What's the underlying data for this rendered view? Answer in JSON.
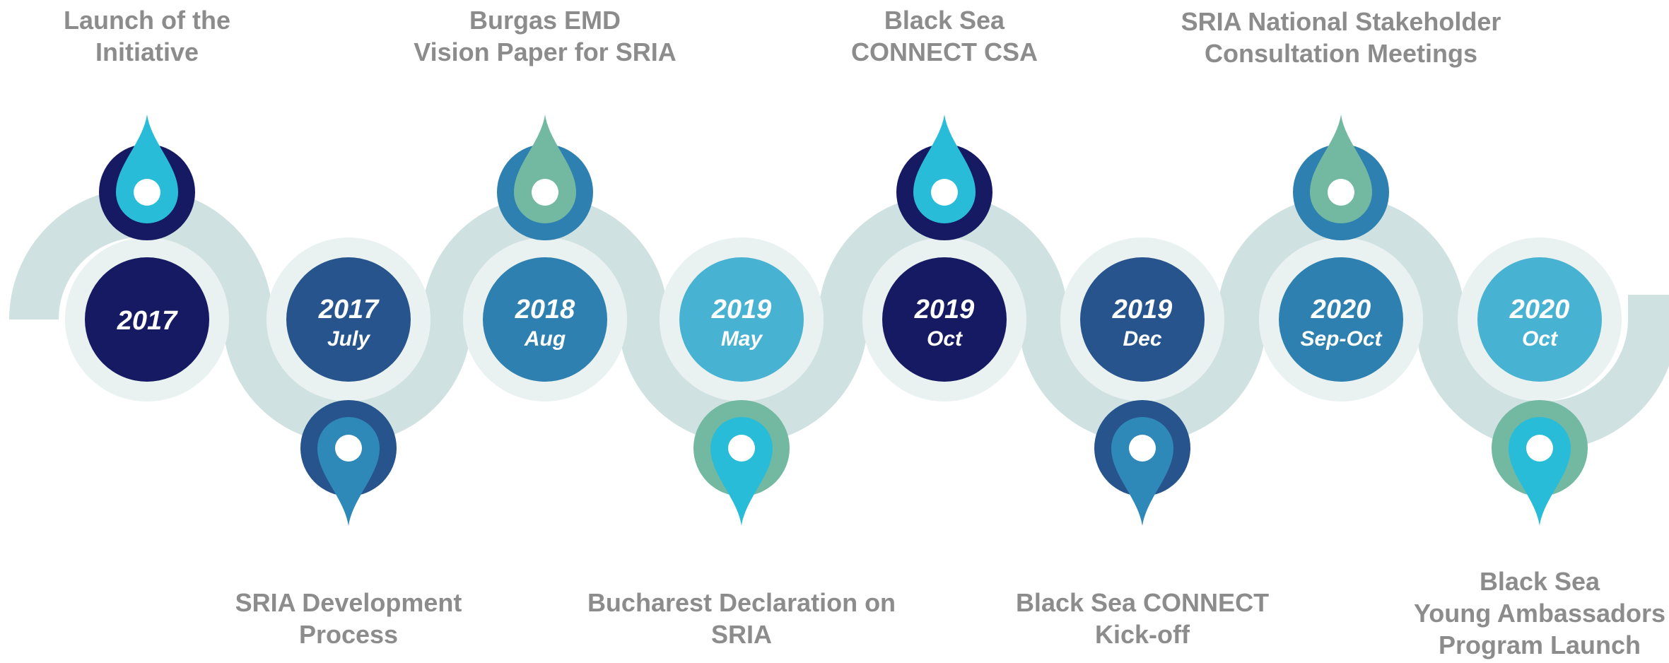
{
  "milestones": [
    {
      "year": "2017",
      "sub": "",
      "label": [
        "Launch of the",
        "Initiative"
      ],
      "circle_color": "#161a62",
      "marker_outer": "#161a62",
      "marker_inner": "#29bcd8",
      "marker_side": "top"
    },
    {
      "year": "2017",
      "sub": "July",
      "label": [
        "SRIA Development",
        "Process"
      ],
      "circle_color": "#27548c",
      "marker_outer": "#27548c",
      "marker_inner": "#2f89b8",
      "marker_side": "bottom"
    },
    {
      "year": "2018",
      "sub": "Aug",
      "label": [
        "Burgas EMD",
        "Vision Paper for SRIA"
      ],
      "circle_color": "#2e80b0",
      "marker_outer": "#2e80b0",
      "marker_inner": "#73b9a2",
      "marker_side": "top"
    },
    {
      "year": "2019",
      "sub": "May",
      "label": [
        "Bucharest Declaration on",
        "SRIA"
      ],
      "circle_color": "#47b2d1",
      "marker_outer": "#73b9a2",
      "marker_inner": "#29bcd8",
      "marker_side": "bottom"
    },
    {
      "year": "2019",
      "sub": "Oct",
      "label": [
        "Black Sea",
        "CONNECT CSA"
      ],
      "circle_color": "#161a62",
      "marker_outer": "#161a62",
      "marker_inner": "#29bcd8",
      "marker_side": "top"
    },
    {
      "year": "2019",
      "sub": "Dec",
      "label": [
        "Black Sea CONNECT",
        "Kick-off"
      ],
      "circle_color": "#27548c",
      "marker_outer": "#27548c",
      "marker_inner": "#2f89b8",
      "marker_side": "bottom"
    },
    {
      "year": "2020",
      "sub": "Sep-Oct",
      "label": [
        "SRIA National Stakeholder",
        "Consultation Meetings"
      ],
      "circle_color": "#2e80b0",
      "marker_outer": "#2e80b0",
      "marker_inner": "#73b9a2",
      "marker_side": "top"
    },
    {
      "year": "2020",
      "sub": "Oct",
      "label": [
        "Black Sea",
        "Young Ambassadors",
        "Program Launch"
      ],
      "circle_color": "#47b2d1",
      "marker_outer": "#73b9a2",
      "marker_inner": "#29bcd8",
      "marker_side": "bottom"
    }
  ],
  "colors": {
    "wave": "#cfe1e0",
    "ring": "#e9f2f1",
    "label_text": "#8c8c8c",
    "date_text": "#ffffff"
  }
}
